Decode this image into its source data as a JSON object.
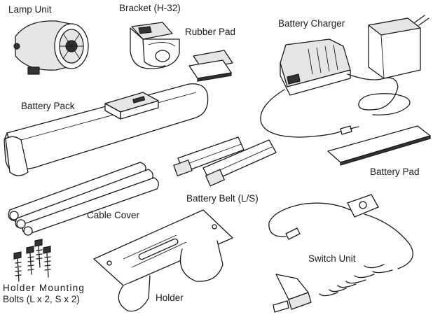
{
  "labels": {
    "lamp_unit": "Lamp Unit",
    "bracket": "Bracket (H-32)",
    "rubber_pad": "Rubber Pad",
    "battery_charger": "Battery Charger",
    "battery_pack": "Battery Pack",
    "battery_pad": "Battery Pad",
    "battery_belt": "Battery Belt (L/S)",
    "cable_cover": "Cable Cover",
    "switch_unit": "Switch Unit",
    "holder_bolts_line1": "Holder  Mounting",
    "holder_bolts_line2": "Bolts (L x 2, S x 2)",
    "holder": "Holder"
  }
}
